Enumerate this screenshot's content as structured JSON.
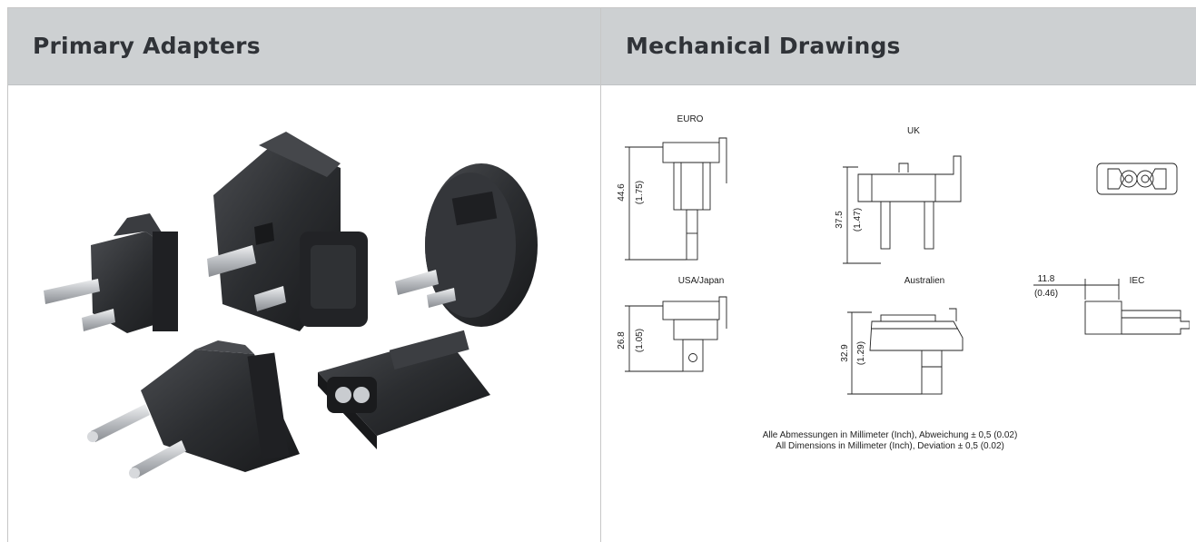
{
  "headers": {
    "left": "Primary Adapters",
    "right": "Mechanical Drawings"
  },
  "drawings": {
    "euro": {
      "label": "EURO",
      "dim_mm": "44.6",
      "dim_in": "(1.75)"
    },
    "uk": {
      "label": "UK",
      "dim_mm": "37.5",
      "dim_in": "(1.47)"
    },
    "usa_japan": {
      "label": "USA/Japan",
      "dim_mm": "26.8",
      "dim_in": "(1.05)"
    },
    "australia": {
      "label": "Australien",
      "dim_mm": "32.9",
      "dim_in": "(1.29)"
    },
    "iec": {
      "label": "IEC",
      "dim_mm": "11.8",
      "dim_in": "(0.46)"
    }
  },
  "notes": {
    "de": "Alle Abmessungen in Millimeter (Inch), Abweichung ± 0,5 (0.02)",
    "en": "All Dimensions in Millimeter (Inch), Deviation ± 0,5 (0.02)"
  },
  "colors": {
    "header_bg": "#cdd0d2",
    "header_text": "#303338",
    "adapter_plastic": "#2b2d30",
    "pin_metal": "#c9ccd0"
  }
}
